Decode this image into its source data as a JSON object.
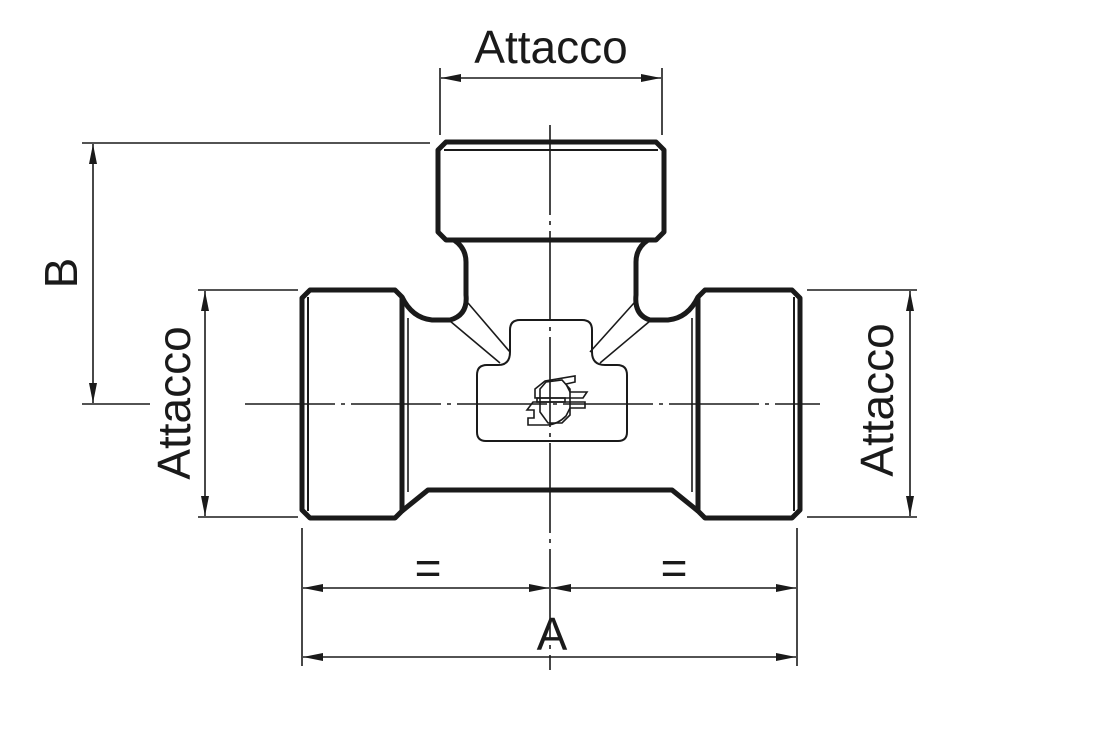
{
  "drawing": {
    "top_dimension_label": "Attacco",
    "left_dimension_label": "Attacco",
    "right_dimension_label": "Attacco",
    "height_dimension_label": "B",
    "length_dimension_label": "A",
    "equal_left_label": "=",
    "equal_right_label": "="
  }
}
